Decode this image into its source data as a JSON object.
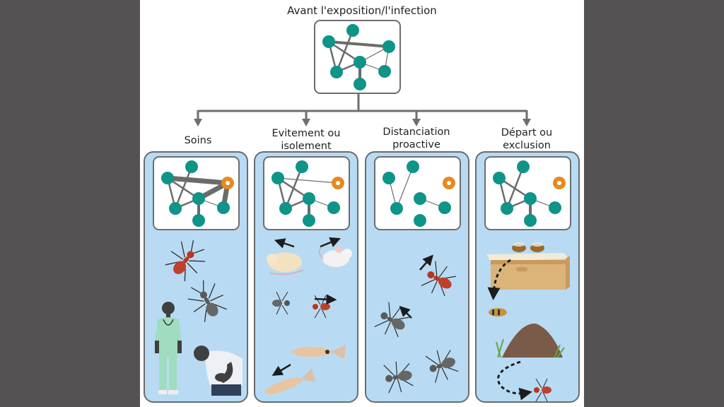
{
  "figure": {
    "title": "Avant l'exposition/l'infection",
    "colors": {
      "background": "#545253",
      "healthy_node": "#0f9488",
      "exposed_node": "#e8891f",
      "edge": "#6b6b6b",
      "panel_fill": "#b8dbf3",
      "panel_border": "#6a6c70"
    },
    "baseline_network": {
      "nodes": [
        "A",
        "B",
        "C",
        "D",
        "E",
        "F",
        "G"
      ],
      "edges": [
        {
          "from": "B",
          "to": "C",
          "weight": "thick"
        },
        {
          "from": "B",
          "to": "E",
          "weight": "medium"
        },
        {
          "from": "B",
          "to": "D",
          "weight": "medium"
        },
        {
          "from": "A",
          "to": "E",
          "weight": "medium"
        },
        {
          "from": "E",
          "to": "D",
          "weight": "medium"
        },
        {
          "from": "D",
          "to": "C",
          "weight": "thin"
        },
        {
          "from": "C",
          "to": "F",
          "weight": "thin"
        },
        {
          "from": "D",
          "to": "F",
          "weight": "thin"
        },
        {
          "from": "D",
          "to": "G",
          "weight": "thick"
        }
      ]
    },
    "responses": [
      {
        "label_line1": "Soins",
        "label_line2": "",
        "exposed_node": "C",
        "edges": [
          {
            "from": "B",
            "to": "C",
            "weight": "xthick"
          },
          {
            "from": "B",
            "to": "E",
            "weight": "medium"
          },
          {
            "from": "B",
            "to": "D",
            "weight": "medium"
          },
          {
            "from": "A",
            "to": "E",
            "weight": "medium"
          },
          {
            "from": "E",
            "to": "D",
            "weight": "medium"
          },
          {
            "from": "D",
            "to": "C",
            "weight": "xthick"
          },
          {
            "from": "C",
            "to": "F",
            "weight": "xthick"
          },
          {
            "from": "D",
            "to": "F",
            "weight": "thin"
          },
          {
            "from": "D",
            "to": "G",
            "weight": "thick"
          }
        ],
        "illustrations": [
          "red ant grooming grey ant",
          "nurse with stethoscope",
          "sick person holding stomach"
        ]
      },
      {
        "label_line1": "Evitement ou",
        "label_line2": "isolement",
        "exposed_node": "C",
        "edges": [
          {
            "from": "B",
            "to": "C",
            "weight": "thin"
          },
          {
            "from": "B",
            "to": "E",
            "weight": "medium"
          },
          {
            "from": "B",
            "to": "D",
            "weight": "medium"
          },
          {
            "from": "A",
            "to": "E",
            "weight": "medium"
          },
          {
            "from": "E",
            "to": "D",
            "weight": "medium"
          },
          {
            "from": "D",
            "to": "F",
            "weight": "thin"
          },
          {
            "from": "D",
            "to": "G",
            "weight": "thick"
          }
        ],
        "illustrations": [
          "two mice moving apart",
          "grey ant and red ant moving apart",
          "two fish moving apart"
        ]
      },
      {
        "label_line1": "Distanciation",
        "label_line2": "proactive",
        "exposed_node": "C",
        "edges": [
          {
            "from": "B",
            "to": "E",
            "weight": "thin"
          },
          {
            "from": "A",
            "to": "E",
            "weight": "thin"
          },
          {
            "from": "D",
            "to": "F",
            "weight": "thin"
          }
        ],
        "illustrations": [
          "red ant walking away",
          "grey ants moving away"
        ]
      },
      {
        "label_line1": "Départ ou",
        "label_line2": "exclusion",
        "exposed_node": "C",
        "edges": [
          {
            "from": "B",
            "to": "E",
            "weight": "medium"
          },
          {
            "from": "B",
            "to": "D",
            "weight": "medium"
          },
          {
            "from": "A",
            "to": "E",
            "weight": "medium"
          },
          {
            "from": "E",
            "to": "D",
            "weight": "medium"
          },
          {
            "from": "D",
            "to": "F",
            "weight": "thin"
          },
          {
            "from": "D",
            "to": "G",
            "weight": "thick"
          }
        ],
        "illustrations": [
          "bees on a beehive",
          "bee expelled from hive",
          "ant mound",
          "ant leaving mound"
        ]
      }
    ]
  }
}
